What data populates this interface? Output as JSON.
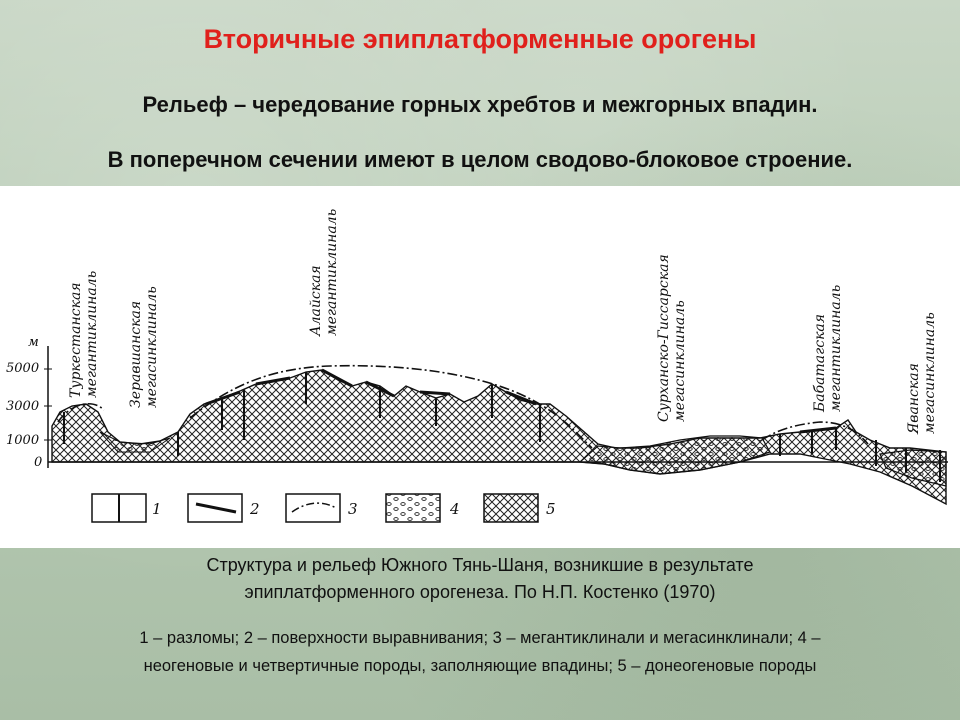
{
  "slide": {
    "title": "Вторичные эпиплатформенные орогены",
    "line1": "Рельеф – чередование горных хребтов и межгорных впадин.",
    "line2": "В поперечном сечении имеют в целом сводово-блоковое строение.",
    "caption_line1": "Структура и рельеф Южного Тянь-Шаня, возникшие в результате",
    "caption_line2": "эпиплатформенного орогенеза. По Н.П. Костенко (1970)",
    "legend_line1": "1 – разломы; 2 – поверхности выравнивания; 3 – мегантиклинали и мегасинклинали; 4 –",
    "legend_line2": "неогеновые и четвертичные породы, заполняющие впадины; 5 – донеогеновые породы"
  },
  "diagram": {
    "axis": {
      "unit": "м",
      "ticks": [
        "5000",
        "3000",
        "1000",
        "0"
      ]
    },
    "structure_labels": [
      {
        "line1": "Туркестанская",
        "line2": "мегантиклиналь"
      },
      {
        "line1": "Зеравшанская",
        "line2": "мегасинклиналь"
      },
      {
        "line1": "Алайская",
        "line2": "мегантиклиналь"
      },
      {
        "line1": "Сурханско-Гиссарская",
        "line2": "мегасинклиналь"
      },
      {
        "line1": "Бабатагская",
        "line2": "мегантиклиналь"
      },
      {
        "line1": "Яванская",
        "line2": "мегасинклиналь"
      }
    ],
    "legend_numbers": [
      "1",
      "2",
      "3",
      "4",
      "5"
    ]
  },
  "colors": {
    "title": "#e0201c",
    "background": "#b9ccb6"
  }
}
